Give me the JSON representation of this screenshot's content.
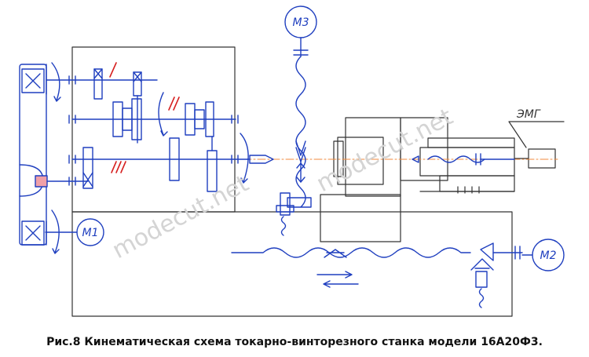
{
  "caption": "Рис.8 Кинематическая схема токарно-винторезного станка модели 16А20Ф3.",
  "watermark": "modecut.net",
  "labels": {
    "m1": "М1",
    "m2": "М2",
    "m3": "М3",
    "emg": "ЭМГ",
    "speed_1": "I",
    "speed_2": "II",
    "speed_3": "III"
  },
  "colors": {
    "mechanism": "#1f3fbf",
    "frame": "#333333",
    "speed_marks": "#d62020",
    "axis": "#f08a3c",
    "clutch": "#f0a0a8",
    "watermark": "#d4d4d4"
  }
}
